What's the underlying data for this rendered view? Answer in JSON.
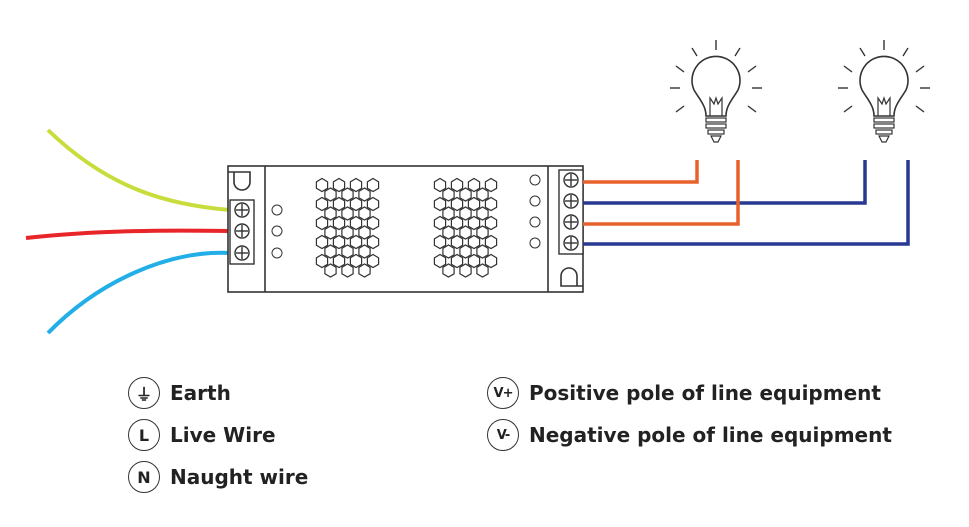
{
  "legend": {
    "earth": {
      "symbol": "⏚",
      "label": "Earth"
    },
    "live": {
      "symbol": "L",
      "label": "Live Wire"
    },
    "neutral": {
      "symbol": "N",
      "label": "Naught wire"
    },
    "positive": {
      "symbol": "V+",
      "label": "Positive pole of line equipment"
    },
    "negative": {
      "symbol": "V-",
      "label": "Negative pole of line equipment"
    }
  },
  "colors": {
    "earth_wire": "#c8dc3c",
    "live_wire": "#e8262a",
    "neutral_wire": "#22aee6",
    "positive_wire": "#e8612c",
    "negative_wire": "#273990",
    "outline": "#333333"
  },
  "icons": [
    "earth-icon",
    "live-icon",
    "neutral-icon",
    "positive-icon",
    "negative-icon",
    "terminal-screw-icon",
    "light-bulb-icon"
  ]
}
